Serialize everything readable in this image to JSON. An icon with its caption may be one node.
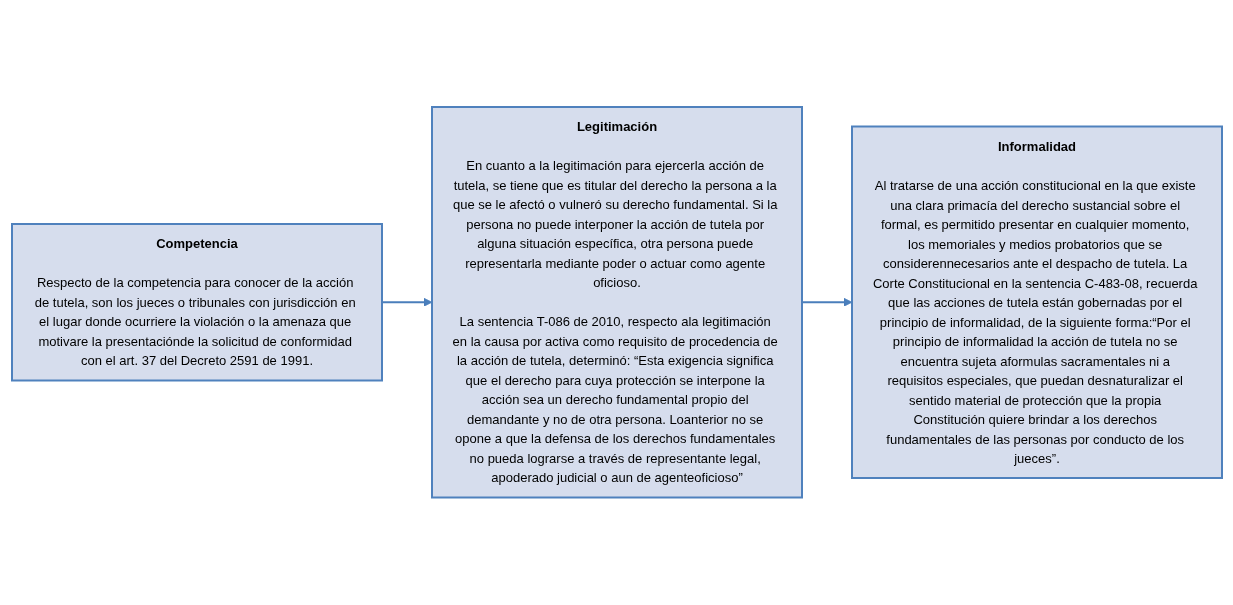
{
  "diagram": {
    "nodes": [
      {
        "text": [
          "Competencia",
          "Respecto de la competencia para conocer de la acción de tutela, son los jueces o tribunales con jurisdicción en el lugar donde ocurriere la violación o la amenaza que motivare la presentaciónde la solicitud de conformidad con el art. 37 del Decreto 2591 de 1991."
        ]
      },
      {
        "text": [
          "Legitimación",
          "En cuanto a la legitimación para ejercerla acción de tutela, se tiene que es titular del derecho la persona a la que se le afectó o vulneró su derecho fundamental. Si la persona no puede interponer la acción de tutela por alguna situación específica, otra persona puede representarla mediante poder o actuar como agente oficioso.",
          "La sentencia T-086 de 2010, respecto ala legitimación en la causa por activa como requisito de procedencia de la acción de tutela, determinó: “Esta exigencia significa que el derecho para cuya protección se interpone la acción sea un derecho fundamental propio del demandante y no de otra persona. Loanterior no se opone a que la defensa de los derechos fundamentales no pueda lograrse a través de representante legal, apoderado judicial o aun de agenteoficioso”"
        ]
      },
      {
        "text": [
          "Informalidad",
          "Al tratarse de una acción constitucional en la que existe una clara primacía del derecho sustancial sobre el formal, es permitido presentar en cualquier momento, los memoriales y medios probatorios que se considerennecesarios ante el despacho de tutela. La Corte Constitucional en la sentencia C-483-08, recuerda que las acciones de tutela están gobernadas por el principio de informalidad, de la siguiente forma:“Por el principio de informalidad la acción de tutela no se encuentra sujeta aformulas sacramentales ni a requisitos especiales, que puedan desnaturalizar el sentido material de protección que la propia Constitución quiere brindar a los derechos fundamentales de las personas por conducto de los jueces”."
        ]
      }
    ],
    "edges": [
      {
        "from": 0,
        "to": 1,
        "arrow": "to"
      },
      {
        "from": 1,
        "to": 2,
        "arrow": "to"
      }
    ]
  }
}
